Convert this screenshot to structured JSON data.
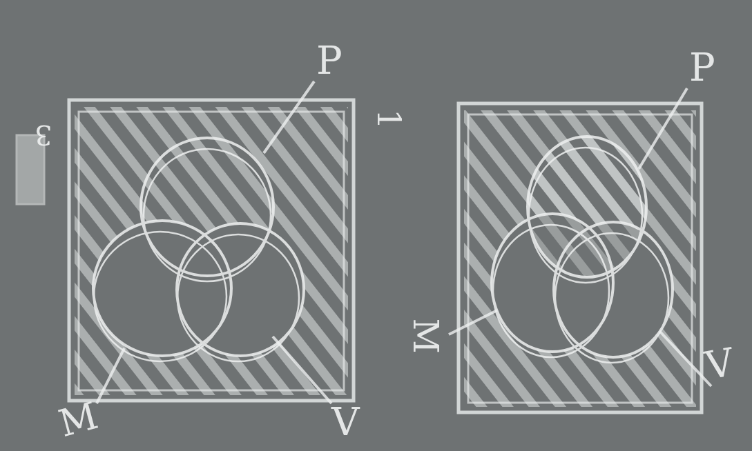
{
  "diagram": {
    "labels": [
      "P",
      "P",
      "3",
      "1",
      "M",
      "M",
      "V",
      "V"
    ]
  }
}
